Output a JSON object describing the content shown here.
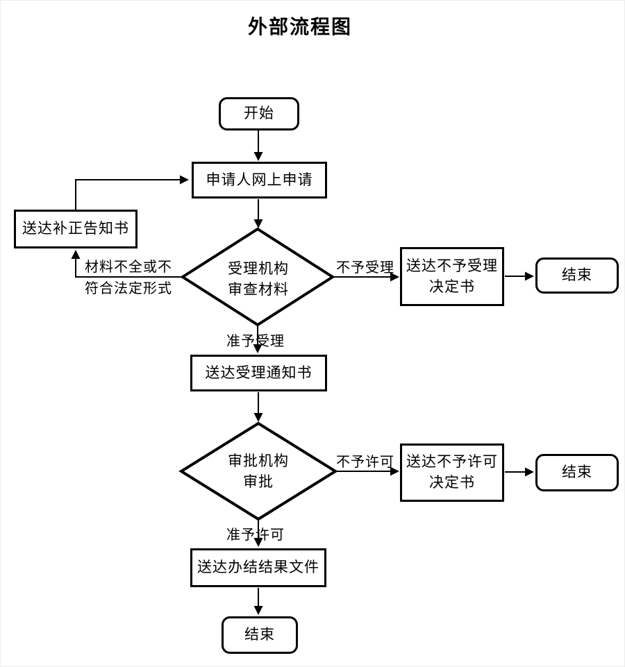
{
  "title": "外部流程图",
  "colors": {
    "line": "#000000",
    "background": "#ffffff",
    "text": "#000000"
  },
  "nodes": {
    "start": "开始",
    "apply": "申请人网上申请",
    "correction": "送达补正告知书",
    "review_diamond": "受理机构\n审查材料",
    "reject_acceptance": "送达不予受理\n决定书",
    "end_top": "结束",
    "acceptance_notice": "送达受理通知书",
    "approval_diamond": "审批机构\n审批",
    "reject_permit": "送达不予许可\n决定书",
    "end_mid": "结束",
    "result_file": "送达办结结果文件",
    "end_bottom": "结束"
  },
  "edge_labels": {
    "not_accepted": "不予受理",
    "accepted": "准予受理",
    "not_permitted": "不予许可",
    "permitted": "准予许可",
    "incomplete": "材料不全或不\n符合法定形式"
  }
}
